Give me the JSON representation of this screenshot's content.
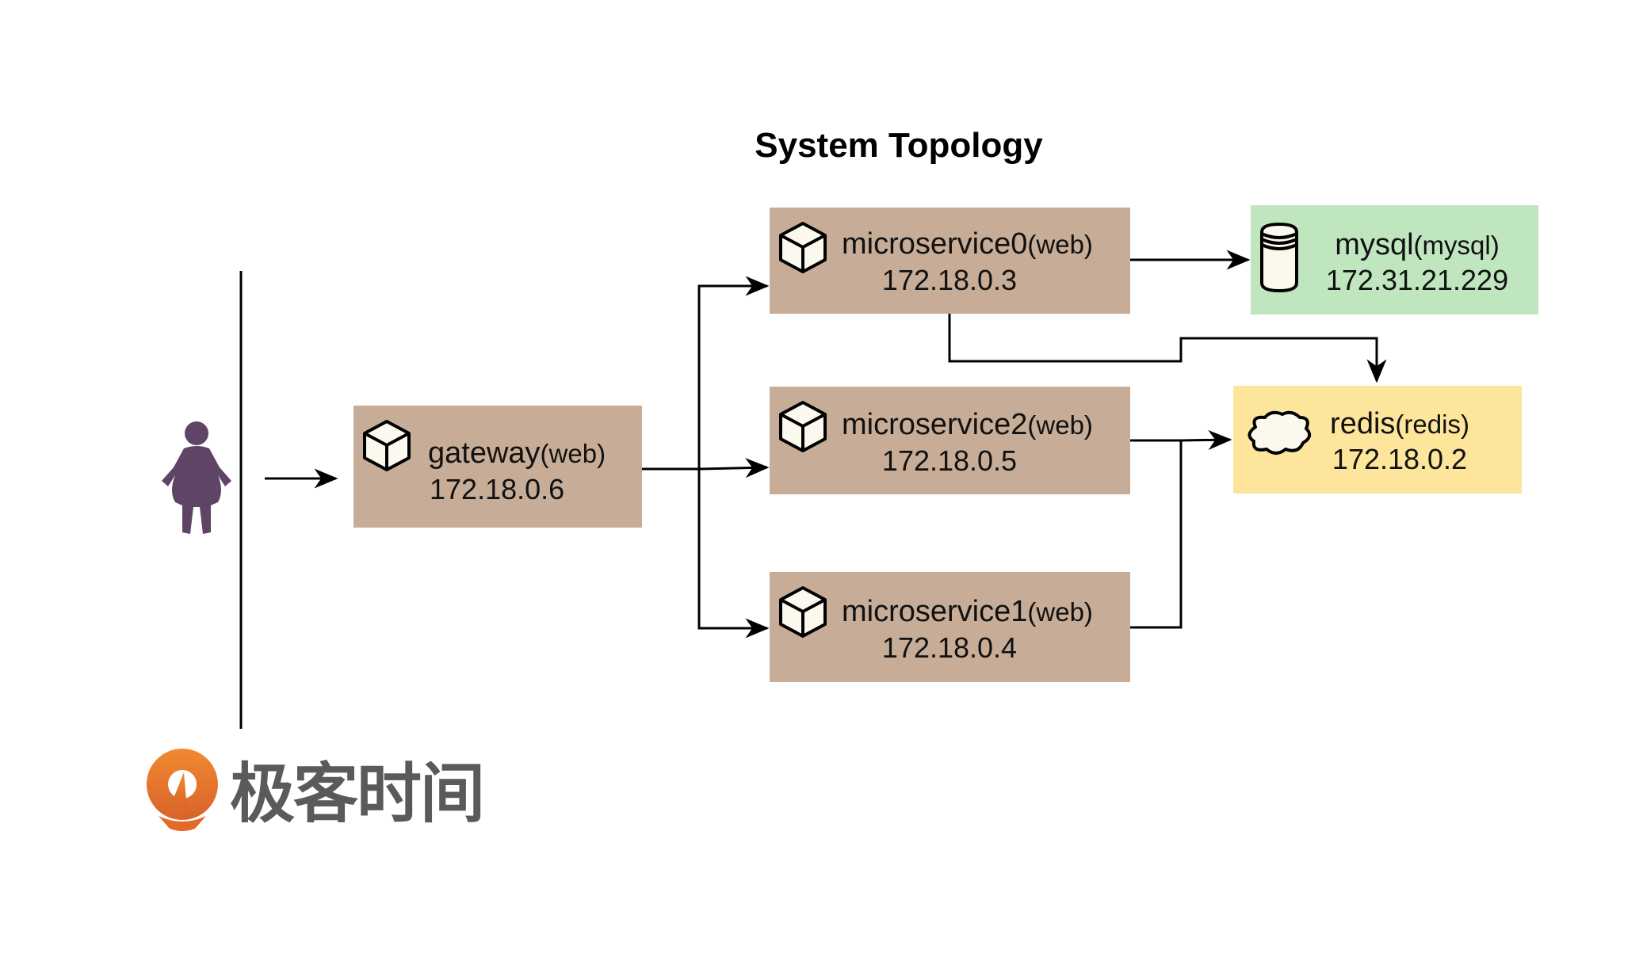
{
  "title": "System Topology",
  "colors": {
    "web": "#c7ad97",
    "mysql": "#c0e6bf",
    "redis": "#fde59b",
    "actor": "#5e4566",
    "logo_orange": "#e8782c",
    "logo_text": "#5a5a5a"
  },
  "actor": {
    "icon": "person-icon",
    "label": ""
  },
  "nodes": [
    {
      "id": "gateway",
      "name": "gateway",
      "type": "(web)",
      "ip": "172.18.0.6",
      "icon": "cube-icon",
      "kind": "web"
    },
    {
      "id": "microservice0",
      "name": "microservice0",
      "type": "(web)",
      "ip": "172.18.0.3",
      "icon": "cube-icon",
      "kind": "web"
    },
    {
      "id": "microservice2",
      "name": "microservice2",
      "type": "(web)",
      "ip": "172.18.0.5",
      "icon": "cube-icon",
      "kind": "web"
    },
    {
      "id": "microservice1",
      "name": "microservice1",
      "type": "(web)",
      "ip": "172.18.0.4",
      "icon": "cube-icon",
      "kind": "web"
    },
    {
      "id": "mysql",
      "name": "mysql",
      "type": "(mysql)",
      "ip": "172.31.21.229",
      "icon": "database-icon",
      "kind": "mysql"
    },
    {
      "id": "redis",
      "name": "redis",
      "type": "(redis)",
      "ip": "172.18.0.2",
      "icon": "cloud-icon",
      "kind": "redis"
    }
  ],
  "edges": [
    {
      "from": "actor",
      "to": "gateway"
    },
    {
      "from": "gateway",
      "to": "microservice0"
    },
    {
      "from": "gateway",
      "to": "microservice2"
    },
    {
      "from": "gateway",
      "to": "microservice1"
    },
    {
      "from": "microservice0",
      "to": "mysql"
    },
    {
      "from": "microservice0",
      "to": "redis"
    },
    {
      "from": "microservice2",
      "to": "redis"
    },
    {
      "from": "microservice1",
      "to": "redis"
    }
  ],
  "logo": {
    "text": "极客时间",
    "icon": "geektime-logo-icon"
  }
}
